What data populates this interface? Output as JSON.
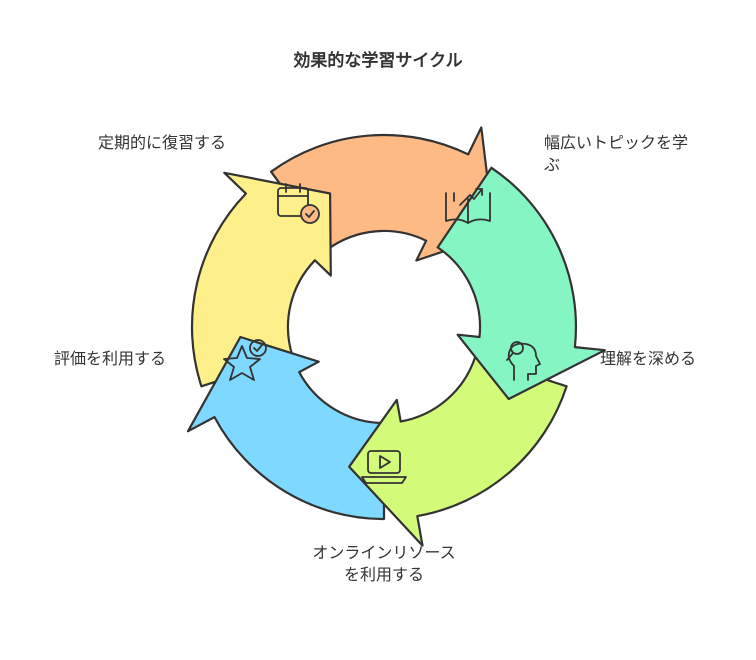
{
  "title": "効果的な学習サイクル",
  "steps": [
    {
      "label": "幅広いトピックを学ぶ",
      "icon": "open-book-chart-icon",
      "color": "#86f5c4"
    },
    {
      "label": "理解を深める",
      "icon": "head-thinking-icon",
      "color": "#d4fa7a"
    },
    {
      "label": "オンラインリソースを利用する",
      "icon": "video-laptop-icon",
      "color": "#7fd8ff"
    },
    {
      "label": "評価を利用する",
      "icon": "star-check-icon",
      "color": "#fdf08a"
    },
    {
      "label": "定期的に復習する",
      "icon": "calendar-check-icon",
      "color": "#fdba85"
    }
  ]
}
